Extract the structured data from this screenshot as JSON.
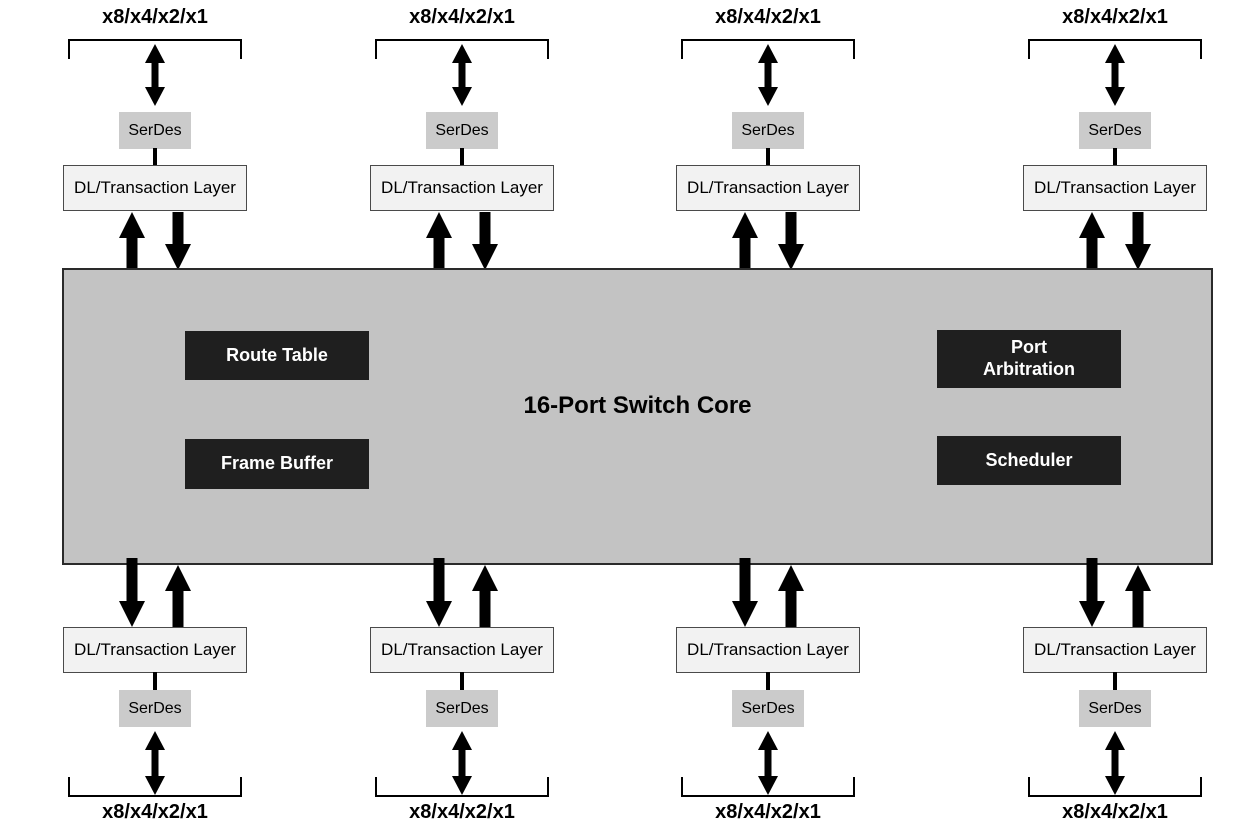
{
  "colors": {
    "background": "#ffffff",
    "core_fill": "#c3c3c3",
    "core_border": "#2a2a2a",
    "block_fill": "#1f1f1f",
    "block_text": "#ffffff",
    "serdes_fill": "#cbcbcb",
    "dl_fill": "#f2f2f2",
    "dl_border": "#4a4a4a",
    "arrow": "#000000",
    "text": "#000000"
  },
  "core": {
    "title": "16-Port Switch Core",
    "blocks": {
      "route_table": "Route Table",
      "frame_buffer": "Frame Buffer",
      "port_arbitration": "Port Arbitration",
      "scheduler": "Scheduler"
    }
  },
  "ports": {
    "top": [
      {
        "lanes": "x8/x4/x2/x1",
        "serdes": "SerDes",
        "dl": "DL/Transaction Layer"
      },
      {
        "lanes": "x8/x4/x2/x1",
        "serdes": "SerDes",
        "dl": "DL/Transaction Layer"
      },
      {
        "lanes": "x8/x4/x2/x1",
        "serdes": "SerDes",
        "dl": "DL/Transaction Layer"
      },
      {
        "lanes": "x8/x4/x2/x1",
        "serdes": "SerDes",
        "dl": "DL/Transaction Layer"
      }
    ],
    "bottom": [
      {
        "lanes": "x8/x4/x2/x1",
        "serdes": "SerDes",
        "dl": "DL/Transaction Layer"
      },
      {
        "lanes": "x8/x4/x2/x1",
        "serdes": "SerDes",
        "dl": "DL/Transaction Layer"
      },
      {
        "lanes": "x8/x4/x2/x1",
        "serdes": "SerDes",
        "dl": "DL/Transaction Layer"
      },
      {
        "lanes": "x8/x4/x2/x1",
        "serdes": "SerDes",
        "dl": "DL/Transaction Layer"
      }
    ]
  }
}
